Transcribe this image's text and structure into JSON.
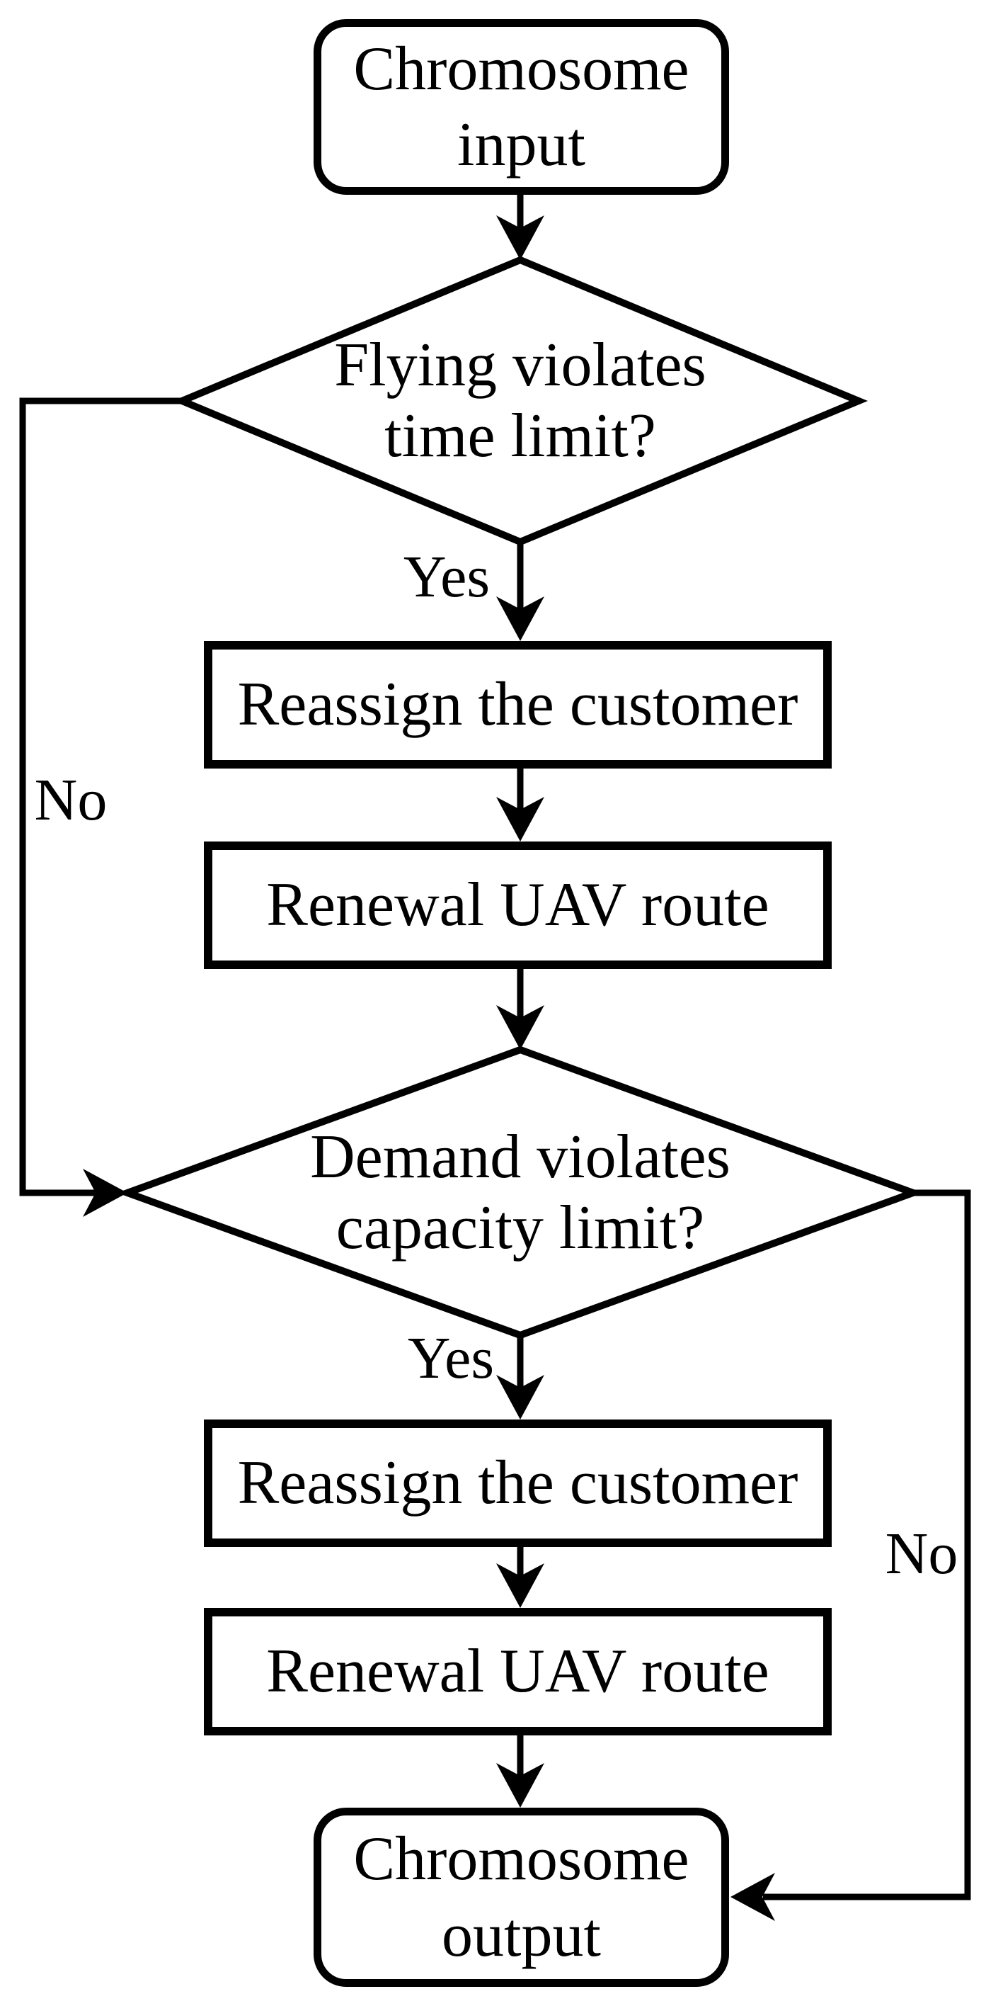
{
  "diagram": {
    "type": "flowchart",
    "colors": {
      "ink": "#000000",
      "node_fill": "#ffffff",
      "background": "#ffffff"
    },
    "nodes": {
      "input": {
        "shape": "rounded-rectangle",
        "lines": [
          "Chromosome",
          "input"
        ]
      },
      "decision_time": {
        "shape": "diamond",
        "lines": [
          "Flying violates",
          "time limit?"
        ]
      },
      "reassign_top": {
        "shape": "rectangle",
        "lines": [
          "Reassign the customer"
        ]
      },
      "renewal_top": {
        "shape": "rectangle",
        "lines": [
          "Renewal UAV route"
        ]
      },
      "decision_capacity": {
        "shape": "diamond",
        "lines": [
          "Demand violates",
          "capacity limit?"
        ]
      },
      "reassign_bottom": {
        "shape": "rectangle",
        "lines": [
          "Reassign the customer"
        ]
      },
      "renewal_bottom": {
        "shape": "rectangle",
        "lines": [
          "Renewal UAV route"
        ]
      },
      "output": {
        "shape": "rounded-rectangle",
        "lines": [
          "Chromosome",
          "output"
        ]
      }
    },
    "edge_labels": {
      "decision_time_yes": "Yes",
      "decision_time_no": "No",
      "decision_capacity_yes": "Yes",
      "decision_capacity_no": "No"
    }
  }
}
